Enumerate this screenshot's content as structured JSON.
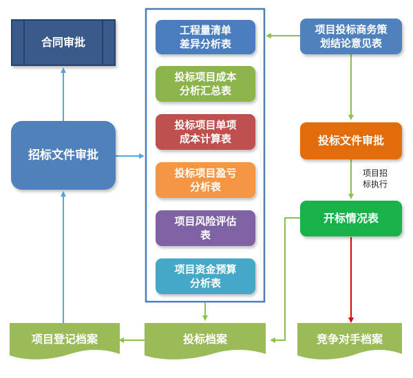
{
  "contract_review": "合同审批",
  "tender_review": "招标文件审批",
  "center_reports": [
    {
      "label": "工程量清单\n差异分析表",
      "color": "#4a7dbe"
    },
    {
      "label": "投标项目成本\n分析汇总表",
      "color": "#8bb44a"
    },
    {
      "label": "投标项目单项\n成本计算表",
      "color": "#c0504d"
    },
    {
      "label": "投标项目盈亏\n分析表",
      "color": "#f59645"
    },
    {
      "label": "项目风险评估\n表",
      "color": "#7e62a3"
    },
    {
      "label": "项目资金预算\n分析表",
      "color": "#44a8c6"
    }
  ],
  "strategy_opinion": "项目投标商务策\n划结论意见表",
  "bid_doc_review": "投标文件审批",
  "bid_execution_note": "项目招\n标执行",
  "bid_opening": "开标情况表",
  "archives": {
    "project_registration": "项目登记档案",
    "bid_archive": "投标档案",
    "competitor_archive": "竞争对手档案"
  },
  "colors": {
    "navy": "#3a5a8c",
    "blue": "#4f81bd",
    "orange": "#e36c0a",
    "green": "#17b34a",
    "olive": "#9bbb59",
    "frame": "#4a7dbe",
    "arrow_blue": "#56a5d6",
    "arrow_green": "#8bc34a",
    "arrow_red": "#e00000"
  }
}
